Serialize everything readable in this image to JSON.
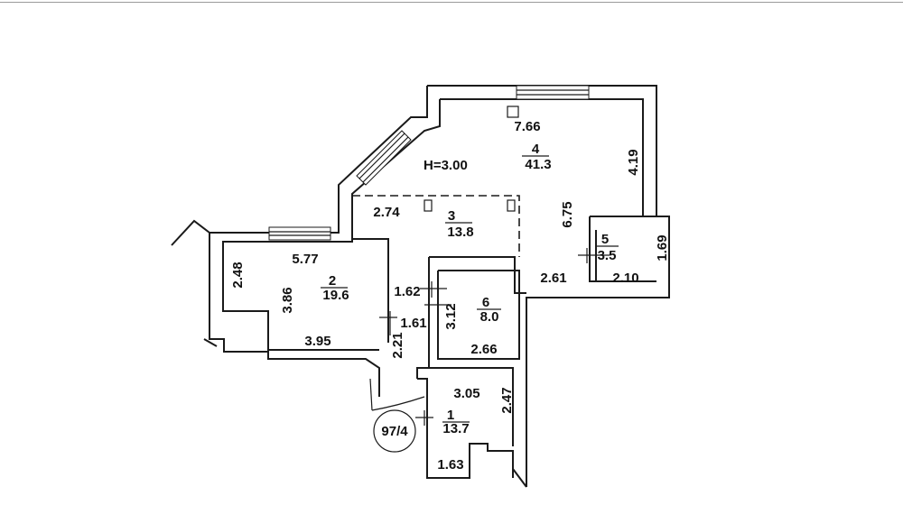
{
  "height_label": "H=3.00",
  "plan_number": "97/4",
  "rooms": [
    {
      "number": "1",
      "area": "13.7"
    },
    {
      "number": "2",
      "area": "19.6"
    },
    {
      "number": "3",
      "area": "13.8"
    },
    {
      "number": "4",
      "area": "41.3"
    },
    {
      "number": "5",
      "area": "3.5"
    },
    {
      "number": "6",
      "area": "8.0"
    }
  ],
  "dimensions": {
    "d1": "7.66",
    "d2": "4.19",
    "d3": "6.75",
    "d4": "2.74",
    "d5": "5.77",
    "d6": "2.48",
    "d7": "3.86",
    "d8": "3.95",
    "d9": "1.62",
    "d10": "1.61",
    "d11": "3.12",
    "d12": "2.66",
    "d13": "2.61",
    "d14": "2.10",
    "d15": "1.69",
    "d16": "2.21",
    "d17": "3.05",
    "d18": "2.47",
    "d19": "1.63"
  }
}
